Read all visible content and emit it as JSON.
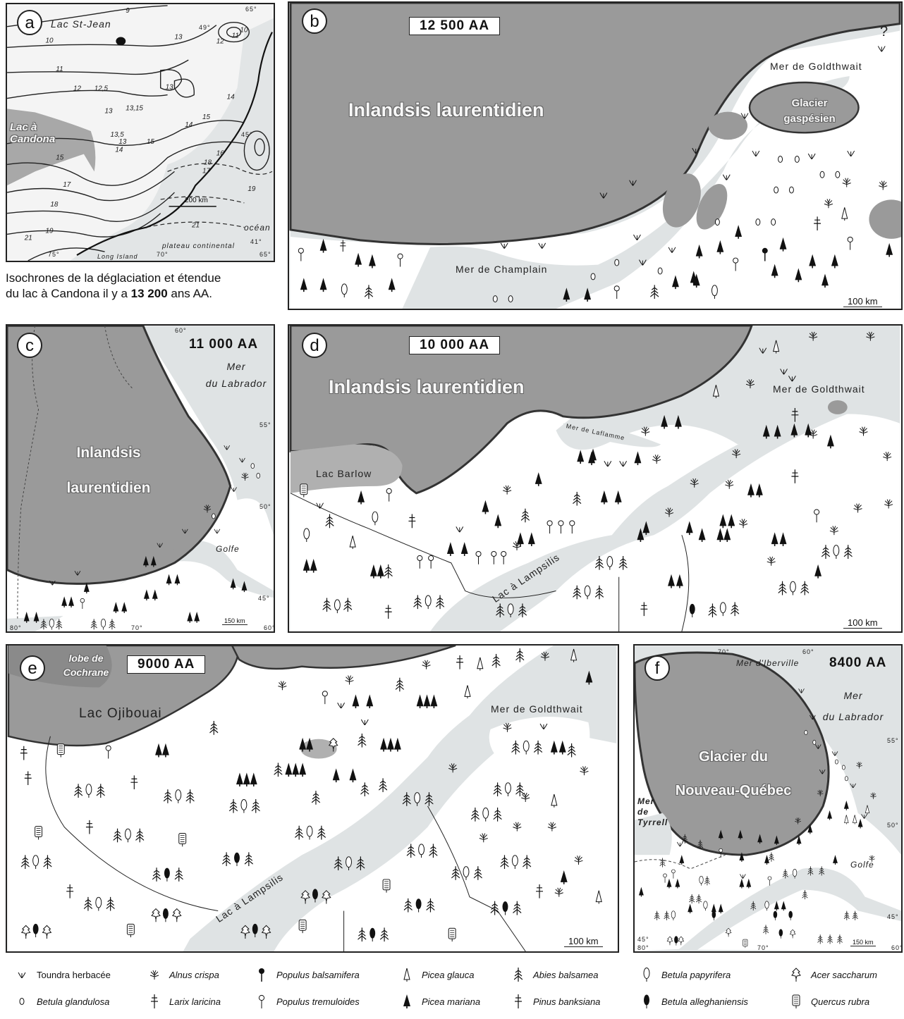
{
  "colors": {
    "ice": "#9a9a9a",
    "water": "#d9dedf",
    "land": "#ffffff",
    "line": "#222222"
  },
  "panel_a": {
    "label": "a",
    "lake": "Lac St-Jean",
    "lac_candona": "Lac à Candona",
    "isochrones": [
      "9",
      "10",
      "11",
      "12",
      "12,5",
      "13",
      "13",
      "13",
      "13",
      "13,15",
      "13,5",
      "14",
      "14",
      "14",
      "15",
      "15",
      "15",
      "16",
      "17",
      "17",
      "18",
      "18",
      "19",
      "19",
      "21",
      "21",
      "10",
      "11",
      "12"
    ],
    "scale": "200 km",
    "ocean": "océan",
    "plateau": "plateau continental",
    "long_island": "Long Island",
    "coords": [
      "75°",
      "70°",
      "65°",
      "65°",
      "49°",
      "45°",
      "41°"
    ],
    "caption_line1": "Isochrones de la déglaciation et étendue",
    "caption_line2_pre": "du lac à Candona il y a ",
    "caption_bold": "13 200",
    "caption_line2_post": " ans AA."
  },
  "panel_b": {
    "label": "b",
    "date": "12 500 AA",
    "ice_title": "Inlandsis laurentidien",
    "glacier_l1": "Glacier",
    "glacier_l2": "gaspésien",
    "sea1": "Mer de Goldthwait",
    "sea2": "Mer de Champlain",
    "question": "?",
    "scale": "100 km"
  },
  "panel_c": {
    "label": "c",
    "date": "11 000 AA",
    "sea_l1": "Mer",
    "sea_l2": "du Labrador",
    "ice_l1": "Inlandsis",
    "ice_l2": "laurentidien",
    "gulf": "Golfe",
    "scale": "150 km",
    "coords": [
      "60°",
      "55°",
      "50°",
      "45°",
      "80°",
      "70°",
      "60°"
    ]
  },
  "panel_d": {
    "label": "d",
    "date": "10 000 AA",
    "ice_title": "Inlandsis laurentidien",
    "sea1": "Mer de Goldthwait",
    "sea2": "Mer de Laflamme",
    "lake1": "Lac Barlow",
    "lake2": "Lac à Lampsilis",
    "scale": "100 km"
  },
  "panel_e": {
    "label": "e",
    "date": "9000 AA",
    "lobe_l1": "lobe de",
    "lobe_l2": "Cochrane",
    "lake1": "Lac Ojibouai",
    "sea1": "Mer de Goldthwait",
    "lake2": "Lac à Lampsilis",
    "scale": "100 km"
  },
  "panel_f": {
    "label": "f",
    "date": "8400 AA",
    "sea_top": "Mer d'Iberville",
    "sea_l1": "Mer",
    "sea_l2": "du Labrador",
    "ice_l1": "Glacier du",
    "ice_l2": "Nouveau-Québec",
    "tyrrell_l1": "Mer",
    "tyrrell_l2": "de",
    "tyrrell_l3": "Tyrrell",
    "gulf": "Golfe",
    "scale": "150 km",
    "coords": [
      "70°",
      "60°",
      "55°",
      "50°",
      "45°",
      "80°",
      "70°",
      "60°",
      "45°"
    ]
  },
  "legend": [
    {
      "icon": "tundra-icon",
      "label": "Toundra herbacée"
    },
    {
      "icon": "betula-glandulosa-icon",
      "label": "Betula glandulosa"
    },
    {
      "icon": "alnus-icon",
      "label": "Alnus crispa"
    },
    {
      "icon": "larix-icon",
      "label": "Larix laricina"
    },
    {
      "icon": "populus-balsamifera-icon",
      "label": "Populus balsamifera"
    },
    {
      "icon": "populus-tremuloides-icon",
      "label": "Populus tremuloides"
    },
    {
      "icon": "picea-glauca-icon",
      "label": "Picea glauca"
    },
    {
      "icon": "picea-mariana-icon",
      "label": "Picea mariana"
    },
    {
      "icon": "abies-icon",
      "label": "Abies balsamea"
    },
    {
      "icon": "pinus-icon",
      "label": "Pinus banksiana"
    },
    {
      "icon": "betula-papyrifera-icon",
      "label": "Betula papyrifera"
    },
    {
      "icon": "betula-alleghaniensis-icon",
      "label": "Betula alleghaniensis"
    },
    {
      "icon": "acer-icon",
      "label": "Acer saccharum"
    },
    {
      "icon": "quercus-icon",
      "label": "Quercus rubra"
    }
  ]
}
